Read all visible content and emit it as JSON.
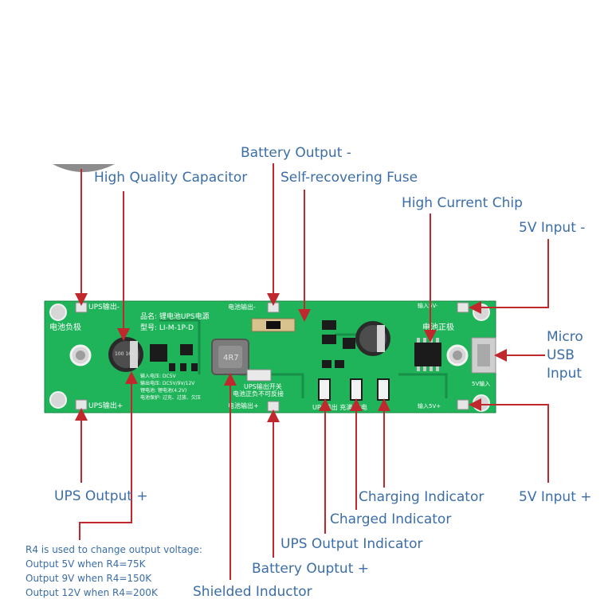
{
  "callouts": {
    "battery_output_minus": "Battery Output -",
    "high_quality_capacitor": "High Quality Capacitor",
    "self_recovering_fuse": "Self-recovering Fuse",
    "high_current_chip": "High Current Chip",
    "input_5v_minus": "5V Input -",
    "micro_usb_line1": "Micro",
    "micro_usb_line2": "USB",
    "micro_usb_line3": "Input",
    "ups_output_plus": "UPS Output +",
    "input_5v_plus": "5V Input +",
    "charging_indicator": "Charging Indicator",
    "charged_indicator": "Charged Indicator",
    "ups_output_indicator": "UPS Output Indicator",
    "battery_output_plus": "Battery Ouptut +",
    "shielded_inductor": "Shielded Inductor"
  },
  "note": {
    "line1": "R4 is used to change output voltage:",
    "line2": "Output 5V when R4=75K",
    "line3": "Output 9V when R4=150K",
    "line4": "Output 12V when R4=200K"
  },
  "board_silkscreen": {
    "ups_out_top": "UPS输出-",
    "ups_out_bottom": "UPS输出+",
    "battery_negative": "电池负极",
    "battery_positive": "电池正极",
    "battery_out_top": "电池输出-",
    "battery_out_bottom": "电池输出+",
    "product_name": "品名: 锂电池UPS电源",
    "model": "型号: LI-M-1P-D",
    "input_5v_minus": "输入5V-",
    "input_5v_plus": "输入5V+",
    "usb_5v_in": "5V输入",
    "ups_switch": "UPS输出开关",
    "battery_warning": "电池正负不可反接",
    "indicator_labels": "UPS输出  充满  充电",
    "spec_line1": "输入电压: DC5V",
    "spec_line2": "输出电压: DC5V/9V/12V",
    "spec_line3": "锂电池: 锂电池(4.2V)",
    "spec_line4": "电池保护: 过充、过放、欠压",
    "inductor_marking": "4R7",
    "capacitor_marking": "100 16V"
  },
  "colors": {
    "pcb": "#1fb35a",
    "label_blue": "#3b6ea8",
    "arrow_red": "#c0282d"
  }
}
